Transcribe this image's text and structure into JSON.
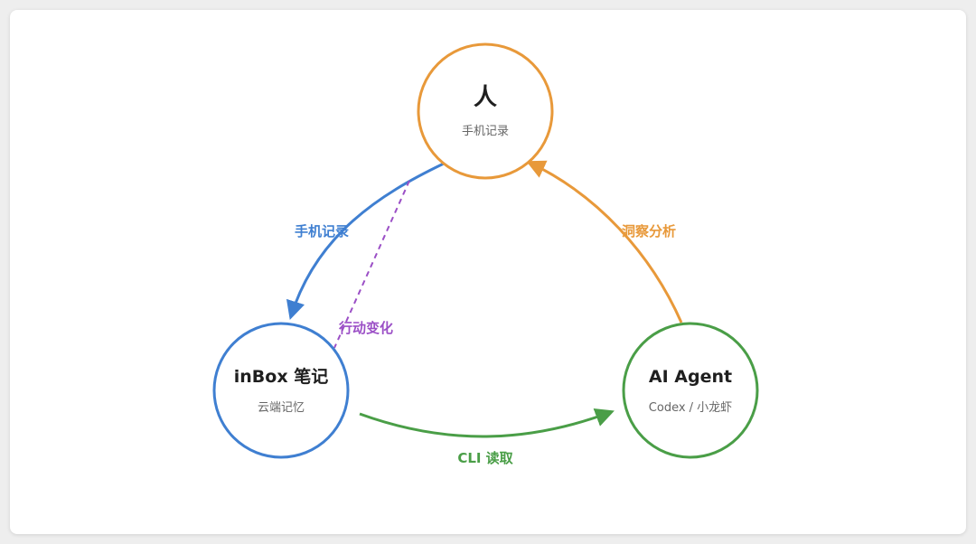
{
  "colors": {
    "human": "#e8993a",
    "inbox": "#3f7fd1",
    "agent": "#4a9e47",
    "dashed": "#9b4fc6",
    "background": "#ffffff"
  },
  "nodes": {
    "human": {
      "title": "人",
      "subtitle": "手机记录"
    },
    "inbox": {
      "title": "inBox 笔记",
      "subtitle": "云端记忆"
    },
    "agent": {
      "title": "AI Agent",
      "subtitle": "Codex / 小龙虾"
    }
  },
  "edges": {
    "human_to_inbox": {
      "label": "手机记录"
    },
    "inbox_to_agent": {
      "label": "CLI 读取"
    },
    "agent_to_human": {
      "label": "洞察分析"
    },
    "human_to_inbox_dashed": {
      "label": "行动变化"
    }
  }
}
